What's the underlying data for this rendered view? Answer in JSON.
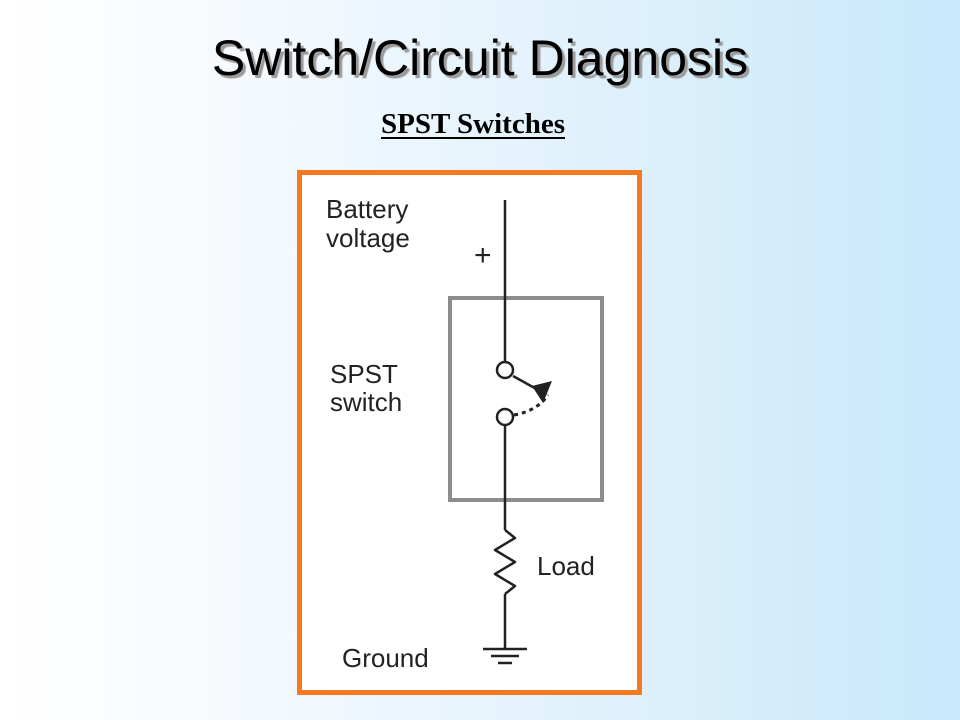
{
  "slide": {
    "title": "Switch/Circuit Diagnosis",
    "subtitle": "SPST Switches"
  },
  "diagram": {
    "labels": {
      "battery_line1": "Battery",
      "battery_line2": "voltage",
      "plus_sign": "+",
      "switch_line1": "SPST",
      "switch_line2": "switch",
      "load": "Load",
      "ground": "Ground"
    },
    "colors": {
      "frame_border": "#f47920",
      "switch_box": "#8c8c8c",
      "wire": "#222222"
    },
    "icons": {
      "switch": "spst-switch-icon",
      "resistor": "resistor-icon",
      "ground": "ground-icon"
    }
  }
}
